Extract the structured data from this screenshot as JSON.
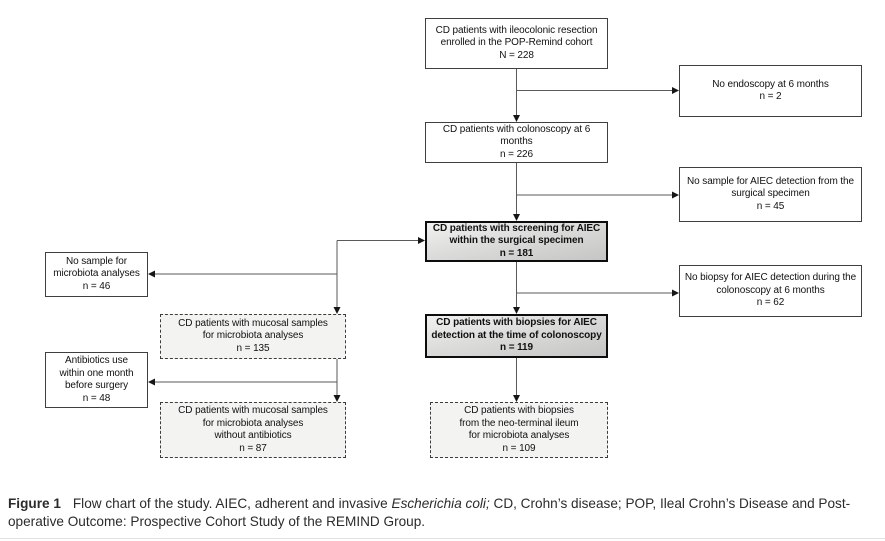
{
  "flowchart": {
    "boxes": {
      "enrolled": {
        "lines": [
          "CD patients with ileocolonic resection",
          "enrolled in the POP-Remind cohort",
          "N = 228"
        ]
      },
      "no_endoscopy": {
        "lines": [
          "No endoscopy at 6 months",
          "n = 2"
        ]
      },
      "colonoscopy": {
        "lines": [
          "CD patients with colonoscopy at 6",
          "months",
          "n = 226"
        ]
      },
      "no_sample_aiec": {
        "lines": [
          "No sample for AIEC detection from the",
          "surgical specimen",
          "n = 45"
        ]
      },
      "screening_aiec": {
        "lines": [
          "CD patients with screening for AIEC",
          "within the surgical specimen",
          "n = 181"
        ]
      },
      "no_sample_microbiota": {
        "lines": [
          "No sample for",
          "microbiota analyses",
          "n = 46"
        ]
      },
      "no_biopsy_aiec": {
        "lines": [
          "No biopsy for AIEC detection during the",
          "colonoscopy at 6 months",
          "n = 62"
        ]
      },
      "biopsies_aiec": {
        "lines": [
          "CD patients with biopsies for AIEC",
          "detection at the time of colonoscopy",
          "n = 119"
        ]
      },
      "mucosal_samples": {
        "lines": [
          "CD patients with mucosal samples",
          "for microbiota analyses",
          "n = 135"
        ]
      },
      "antibiotics_use": {
        "lines": [
          "Antibiotics use",
          "within one month",
          "before surgery",
          "n = 48"
        ]
      },
      "mucosal_no_antibiotics": {
        "lines": [
          "CD patients with mucosal samples",
          "for microbiota analyses",
          "without antibiotics",
          "n = 87"
        ]
      },
      "neo_terminal": {
        "lines": [
          "CD patients with biopsies",
          "from the neo-terminal ileum",
          "for microbiota analyses",
          "n = 109"
        ]
      }
    }
  },
  "caption": {
    "label": "Figure 1",
    "part1": "Flow chart of the study. AIEC, adherent and invasive ",
    "italic": "Escherichia coli;",
    "part2": " CD, Crohn’s disease; POP, Ileal Crohn’s Disease and Post-operative Outcome: Prospective Cohort Study of the REMIND Group."
  },
  "colors": {
    "box_border": "#3f3f3f",
    "bold_box_border": "#0d0d0d",
    "bold_box_fill_top": "#f1f1f0",
    "bold_box_fill_bottom": "#c5c5c4",
    "dashed_box_fill": "#f3f3f2",
    "connector_line": "#5a5a5a",
    "arrowhead": "#161616",
    "text": "#111111",
    "caption_text": "#2b2b2b"
  }
}
